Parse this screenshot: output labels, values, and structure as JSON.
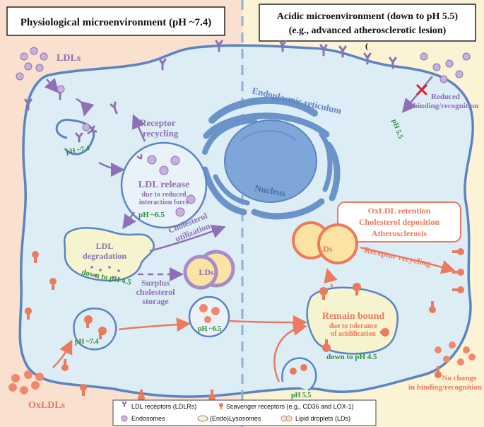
{
  "titles": {
    "left": "Physiological microenvironment (pH ~7.4)",
    "right_line1": "Acidic microenvironment (down to pH 5.5)",
    "right_line2": "(e.g., advanced atherosclerotic lesion)",
    "right_mark": "("
  },
  "labels": {
    "ldls": "LDLs",
    "oxldls": "OxLDLs",
    "receptor_recycling_1": "Receptor",
    "receptor_recycling_2": "recycling",
    "ldl_release": "LDL release",
    "ldl_release_sub1": "due to reduced",
    "ldl_release_sub2": "interaction force",
    "ph65_a": "pH ~6.5",
    "ph74_a": "pH ~7.4",
    "ldl_degradation_1": "LDL",
    "ldl_degradation_2": "degradation",
    "down_ph45_a": "down to pH 4.5",
    "surplus_1": "Surplus",
    "surplus_2": "cholesterol",
    "surplus_3": "storage",
    "lds_left": "LDs",
    "cholesterol_1": "Cholesterol",
    "cholesterol_2": "utilization",
    "er": "Endoplasmic reticulum",
    "nucleus": "Nucleus",
    "ph74_b": "pH ~7.4",
    "ph65_b": "pH ~6.5",
    "reduced_1": "Reduced",
    "reduced_2": "binding/recognition",
    "ph55_a": "pH 5.5",
    "oxldl_ret": "OxLDL retention",
    "chol_dep": "Cholesterol deposition",
    "athero": "Atherosclerosis",
    "lds_right": "LDs",
    "receptor_recycling_r": "Receptor recycling",
    "remain_bound": "Remain bound",
    "remain_sub1": "due to tolerance",
    "remain_sub2": "of acidification",
    "down_ph45_b": "down to pH 4.5",
    "ph55_b": "pH 5.5",
    "no_change_1": "No change",
    "no_change_2": "in binding/recognition"
  },
  "legend": {
    "ldlr": "LDL receptors (LDLRs)",
    "scav": "Scavenger receptors (e.g., CD36 and LOX-1)",
    "endo": "Endosomes",
    "lyso": "(Endo)Lysosomes",
    "ld": "Lipid droplets (LDs)"
  },
  "colors": {
    "left_bg": "#fae0cf",
    "right_bg": "#fbf3d3",
    "cell_fill": "#dcedf6",
    "membrane": "#5c84c1",
    "purple": "#8f6fb5",
    "ldl": "#c7b2dc",
    "orange": "#ec7a5c",
    "oxldl": "#f0886d",
    "green": "#2e8b3a",
    "lysosome": "#f6f3cf",
    "ld_fill": "#fbe3a4",
    "ld_ring_left": "#a88cc8",
    "ld_ring_right": "#ec7a5c",
    "er": "#6a93c9",
    "divider": "#8fb0dc"
  }
}
